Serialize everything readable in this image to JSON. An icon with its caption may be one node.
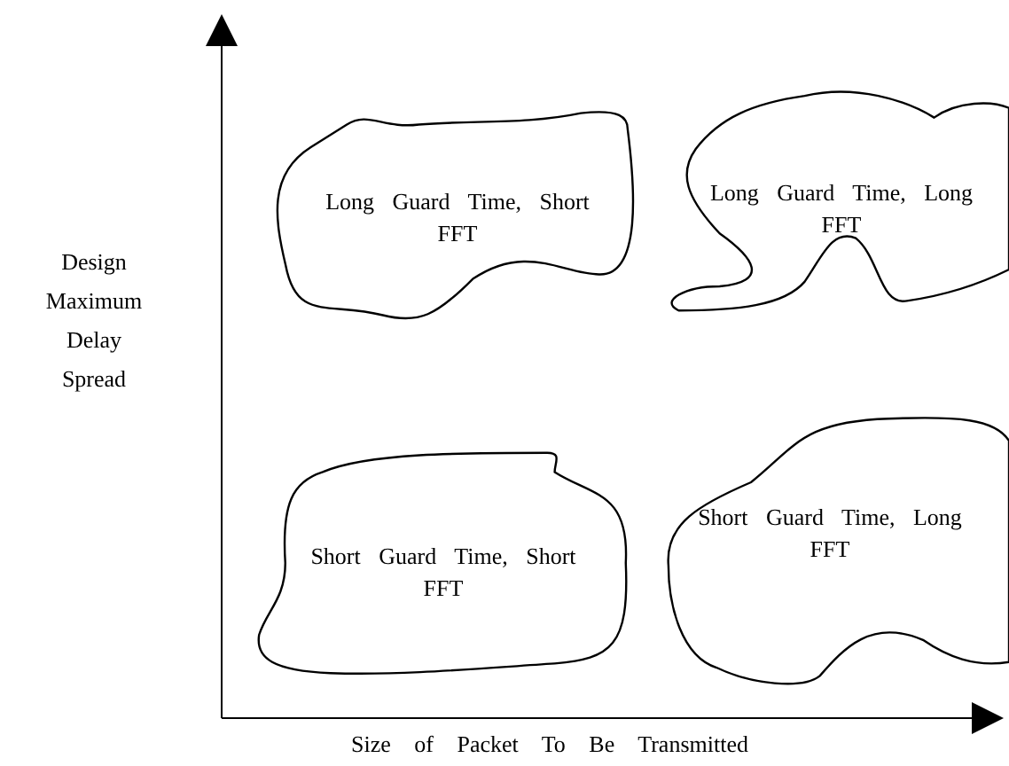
{
  "diagram": {
    "nodes": [
      {
        "text": [
          "Long Guard Time, Short FFT"
        ]
      },
      {
        "text": [
          "Long Guard Time, Long FFT"
        ]
      },
      {
        "text": [
          "Short Guard Time, Short FFT"
        ]
      },
      {
        "text": [
          "Short Guard Time, Long FFT"
        ]
      }
    ],
    "labels": [
      "Design Maximum Delay Spread",
      "Size of Packet To Be Transmitted"
    ]
  }
}
